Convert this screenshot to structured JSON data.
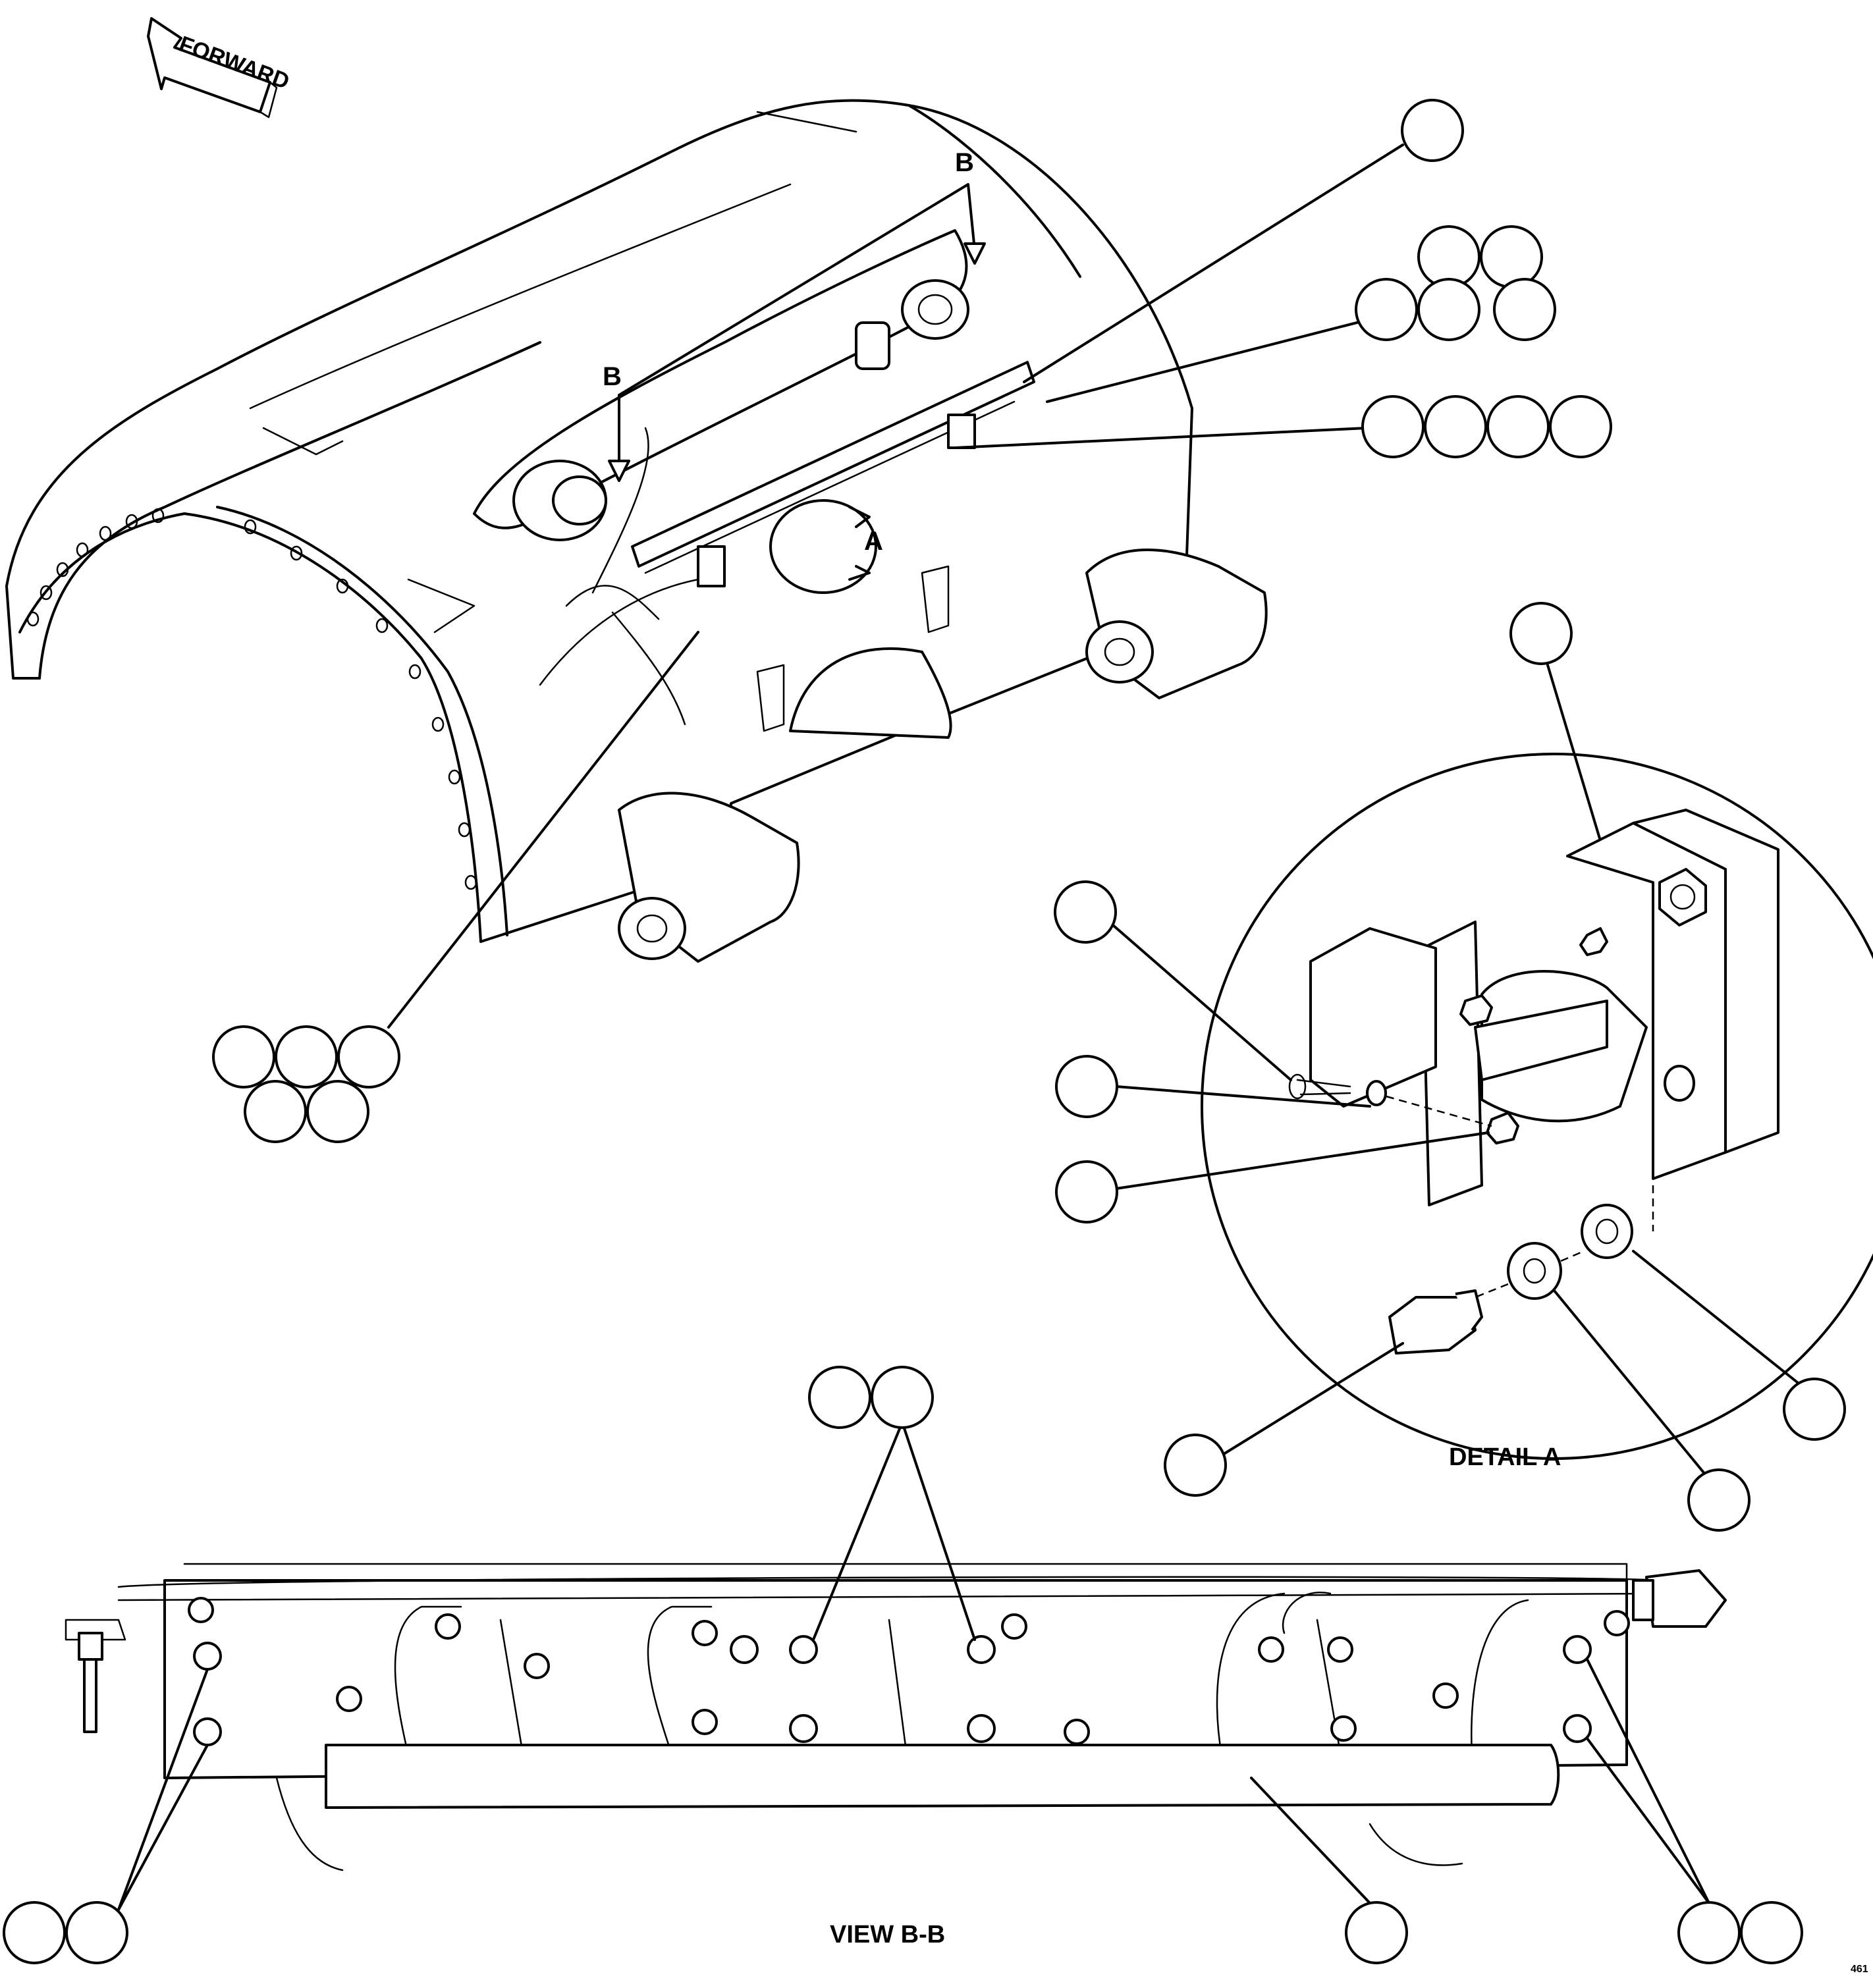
{
  "labels": {
    "forward": "FORWARD",
    "section_b": "B",
    "section_a": "A",
    "detail_a": "DETAIL A",
    "view_bb": "VIEW B-B",
    "sheet_code": "461"
  },
  "colors": {
    "ink": "#000000",
    "paper": "#ffffff"
  }
}
